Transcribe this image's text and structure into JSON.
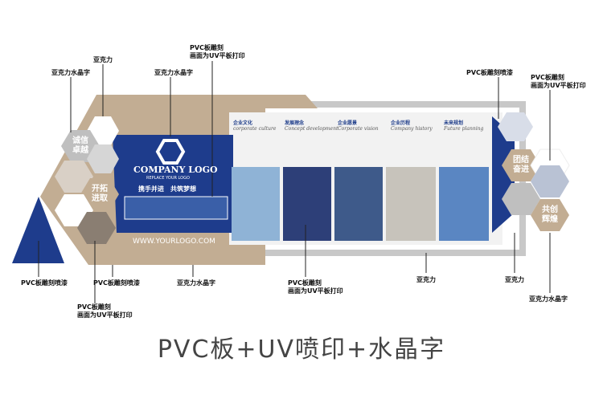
{
  "callouts": {
    "top_pvc": "PVC板雕刻",
    "top_pvc_uv": "画面为UV平板打印",
    "top_yakeli": "亚克力",
    "top_left_crystal": "亚克力水晶字",
    "top_mid_crystal": "亚克力水晶字",
    "right_pvc_paint": "PVC板雕刻喷漆",
    "right_pvc": "PVC板雕刻",
    "right_pvc_uv": "画面为UV平板打印",
    "bottom_left_paint": "PVC板雕刻喷漆",
    "bottom_mid_paint": "PVC板雕刻喷漆",
    "bottom_pvc": "PVC板雕刻",
    "bottom_pvc_uv": "画面为UV平板打印",
    "bottom_crystal": "亚克力水晶字",
    "bottom_center_pvc": "PVC板雕刻",
    "bottom_center_uv": "画面为UV平板打印",
    "bottom_yakeli_1": "亚克力",
    "bottom_yakeli_2": "亚克力",
    "bottom_right_crystal": "亚克力水晶字"
  },
  "logo": {
    "company": "COMPANY LOGO",
    "replace": "REPLACE YOUR LOGO",
    "slogan": "携手并进　共筑梦想",
    "url": "WWW.YOURLOGO.COM"
  },
  "hexes": {
    "left_1": "诚信\n卓越",
    "left_2": "开拓\n进取",
    "right_1": "团结\n奋进",
    "right_2": "共创\n辉煌"
  },
  "panels": [
    {
      "cn": "企业文化",
      "en": "corporate culture"
    },
    {
      "cn": "发展理念",
      "en": "Concept development"
    },
    {
      "cn": "企业愿景",
      "en": "Corporate vision"
    },
    {
      "cn": "企业历程",
      "en": "Company history"
    },
    {
      "cn": "未来规划",
      "en": "Future planning"
    }
  ],
  "footer": "PVC板+UV喷印+水晶字",
  "colors": {
    "navy": "#1e3c8c",
    "tan": "#c2ad93",
    "gray": "#c8c8c8"
  }
}
